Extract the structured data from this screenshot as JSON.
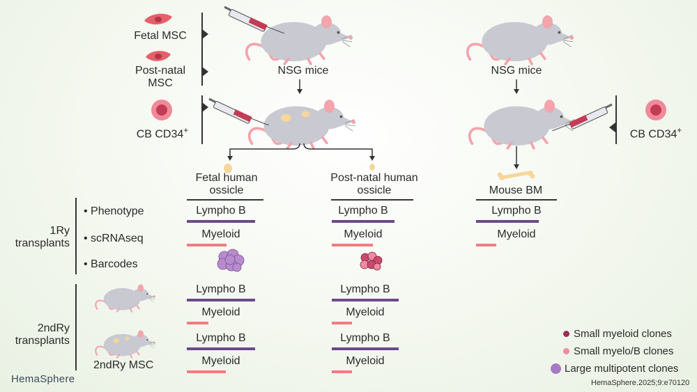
{
  "top": {
    "fetal_msc": "Fetal MSC",
    "postnatal_msc_1": "Post-natal",
    "postnatal_msc_2": "MSC",
    "nsg_left": "NSG mice",
    "nsg_right": "NSG mice",
    "cb_left_main": "CB CD34",
    "cb_left_sup": "+",
    "cb_right_main": "CB CD34",
    "cb_right_sup": "+"
  },
  "columns": {
    "fetal_1": "Fetal human",
    "fetal_2": "ossicle",
    "post_1": "Post-natal human",
    "post_2": "ossicle",
    "mouse": "Mouse BM"
  },
  "primary": {
    "group_1": "1Ry",
    "group_2": "transplants",
    "bullets": [
      "• Phenotype",
      "• scRNAseq",
      "• Barcodes"
    ],
    "fetal": {
      "lympho": "Lympho B",
      "myeloid": "Myeloid",
      "lympho_frac": 1.0,
      "myeloid_frac": 0.58
    },
    "post": {
      "lympho": "Lympho B",
      "myeloid": "Myeloid",
      "lympho_frac": 1.0,
      "myeloid_frac": 0.66
    },
    "mouse": {
      "lympho": "Lympho B",
      "myeloid": "Myeloid",
      "lympho_frac": 1.0,
      "myeloid_frac": 0.32
    }
  },
  "secondary": {
    "group_1": "2ndRy",
    "group_2": "transplants",
    "msc_label": "2ndRy MSC",
    "row1": {
      "fetal": {
        "lympho": "Lympho B",
        "myeloid": "Myeloid",
        "lympho_frac": 1.0,
        "myeloid_frac": 0.32
      },
      "post": {
        "lympho": "Lympho B",
        "myeloid": "Myeloid",
        "lympho_frac": 1.0,
        "myeloid_frac": 0.3
      }
    },
    "row2": {
      "fetal": {
        "lympho": "Lympho B",
        "myeloid": "Myeloid",
        "lympho_frac": 1.0,
        "myeloid_frac": 0.57
      },
      "post": {
        "lympho": "Lympho B",
        "myeloid": "Myeloid",
        "lympho_frac": 1.0,
        "myeloid_frac": 0.3
      }
    }
  },
  "legend": [
    {
      "label": "Small myeloid clones",
      "color": "#9a2f57"
    },
    {
      "label": "Small myelo/B clones",
      "color": "#f08aa0"
    },
    {
      "label": "Large multipotent clones",
      "color": "#a679c3"
    }
  ],
  "footer": {
    "brand": "HemaSphere",
    "citation": "HemaSphere.2025;9:e70120"
  },
  "colors": {
    "lympho": "#6b4a8a",
    "myeloid": "#f07c82",
    "mouse_body": "#c9c9d2",
    "mouse_pink": "#f3a4ad"
  }
}
